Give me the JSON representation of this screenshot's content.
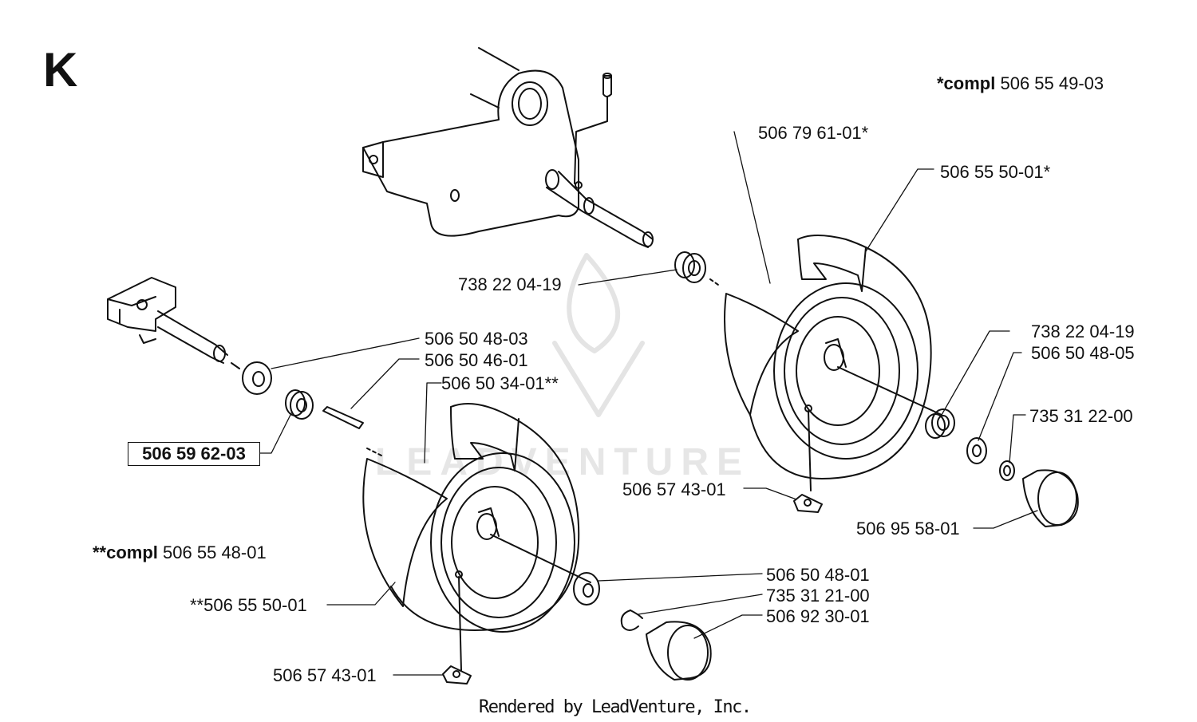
{
  "section_letter": "K",
  "compl_notes": {
    "single": {
      "prefix": "*compl",
      "number": "506 55 49-03"
    },
    "double": {
      "prefix": "**compl",
      "number": "506 55 48-01"
    }
  },
  "part_labels": {
    "p_506_79_61_01": "506 79 61-01*",
    "p_506_55_50_01_a": "506 55 50-01*",
    "p_738_22_04_19_a": "738 22 04-19",
    "p_738_22_04_19_b": "738 22 04-19",
    "p_506_50_48_05": "506 50 48-05",
    "p_735_31_22_00": "735 31 22-00",
    "p_506_57_43_01_a": "506 57 43-01",
    "p_506_95_58_01": "506 95 58-01",
    "p_506_50_48_03": "506 50 48-03",
    "p_506_50_46_01": "506 50 46-01",
    "p_506_50_34_01": "506 50 34-01**",
    "p_506_59_62_03": "506 59 62-03",
    "p_506_55_50_01_b": "**506 55 50-01",
    "p_506_50_48_01": "506 50 48-01",
    "p_735_31_21_00": "735 31 21-00",
    "p_506_92_30_01": "506 92 30-01",
    "p_506_57_43_01_b": "506 57 43-01"
  },
  "watermark": "LEADVENTURE",
  "footer": "Rendered by LeadVenture, Inc.",
  "colors": {
    "ink": "#111111",
    "watermark": "#e6e6e6",
    "background": "#ffffff"
  }
}
